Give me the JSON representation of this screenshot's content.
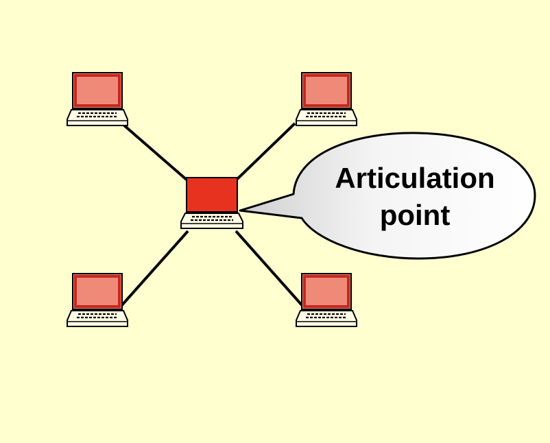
{
  "diagram": {
    "callout": {
      "line1": "Articulation",
      "line2": "point"
    },
    "colors": {
      "background": "#ffffd0",
      "peripheral_screen": "#f08a78",
      "peripheral_bezel": "#c3281e",
      "hub_screen": "#e83220",
      "laptop_base": "#fffde6",
      "stroke": "#000000"
    },
    "nodes": [
      {
        "id": "laptop-top-left",
        "role": "peripheral",
        "icon": "laptop-icon"
      },
      {
        "id": "laptop-top-right",
        "role": "peripheral",
        "icon": "laptop-icon"
      },
      {
        "id": "laptop-bottom-left",
        "role": "peripheral",
        "icon": "laptop-icon"
      },
      {
        "id": "laptop-bottom-right",
        "role": "peripheral",
        "icon": "laptop-icon"
      },
      {
        "id": "laptop-center",
        "role": "articulation-point",
        "icon": "laptop-icon"
      }
    ],
    "edges": [
      {
        "from": "laptop-center",
        "to": "laptop-top-left"
      },
      {
        "from": "laptop-center",
        "to": "laptop-top-right"
      },
      {
        "from": "laptop-center",
        "to": "laptop-bottom-left"
      },
      {
        "from": "laptop-center",
        "to": "laptop-bottom-right"
      }
    ]
  }
}
